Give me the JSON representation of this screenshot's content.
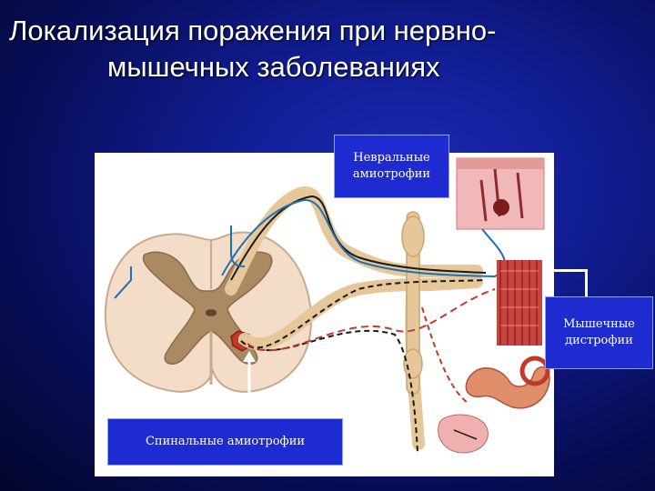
{
  "slide": {
    "title_line1": "Локализация поражения при нервно-",
    "title_line2": "мышечных заболеваниях"
  },
  "labels": {
    "neural_line1": "Невральные",
    "neural_line2": "амиотрофии",
    "muscle_line1": "Мышечные",
    "muscle_line2": "дистрофии",
    "spinal": "Спинальные амиотрофии"
  },
  "colors": {
    "background": "#0b168a",
    "callout_fill": "#1e2bd1",
    "spinal_cord_tissue": "#f4e0cf",
    "grey_matter": "#a7865e",
    "nerve_trunk": "#e8c99a",
    "motor_fiber": "#1a1a1a",
    "sensory_fiber": "#1d6fb8",
    "autonomic_fiber": "#c0392b",
    "muscle": "#c8453f"
  }
}
